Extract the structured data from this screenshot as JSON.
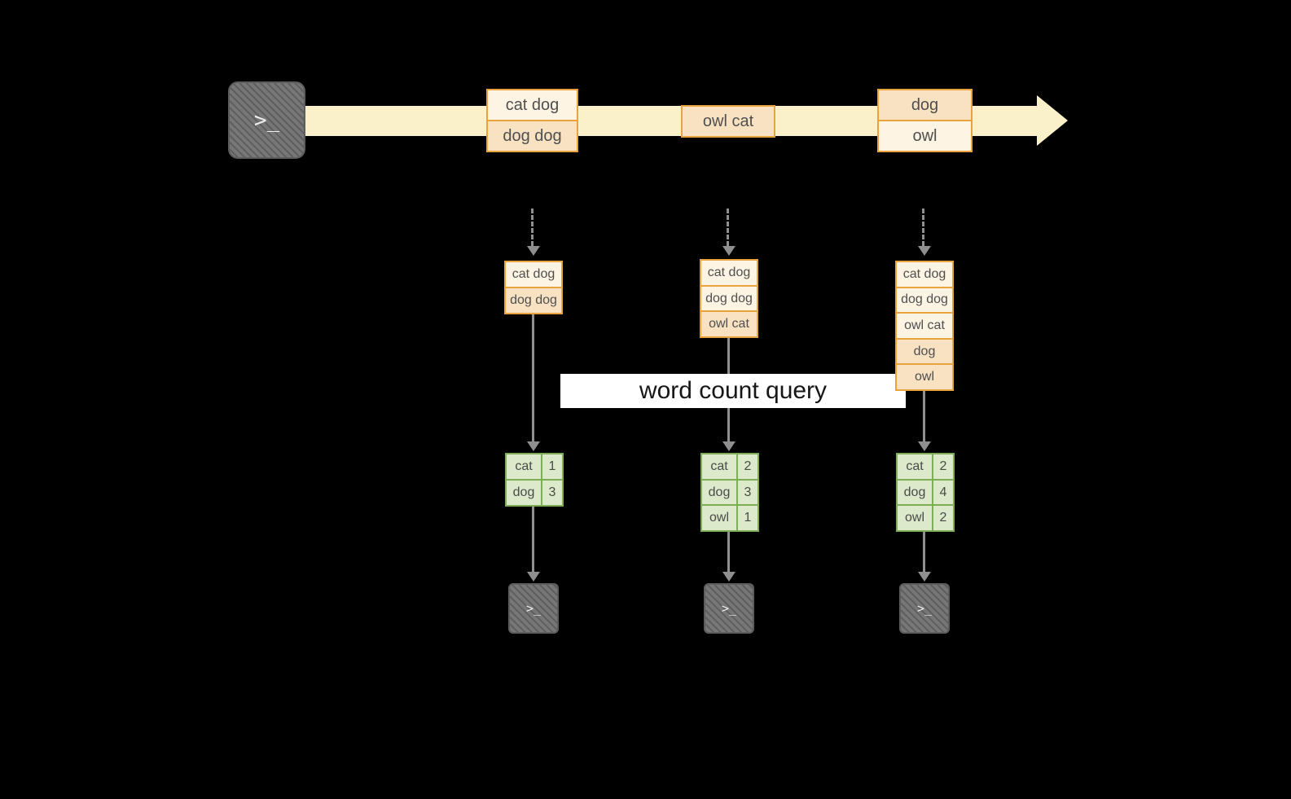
{
  "diagram": {
    "banner": "word count query",
    "terminal_prompt": ">_"
  },
  "timeline": {
    "batches": [
      [
        "cat dog",
        "dog dog"
      ],
      [
        "owl cat"
      ],
      [
        "dog",
        "owl"
      ]
    ]
  },
  "states": [
    [
      "cat dog",
      "dog dog"
    ],
    [
      "cat dog",
      "dog dog",
      "owl cat"
    ],
    [
      "cat dog",
      "dog dog",
      "owl cat",
      "dog",
      "owl"
    ]
  ],
  "results": [
    {
      "rows": [
        {
          "word": "cat",
          "count": "1"
        },
        {
          "word": "dog",
          "count": "3"
        }
      ]
    },
    {
      "rows": [
        {
          "word": "cat",
          "count": "2"
        },
        {
          "word": "dog",
          "count": "3"
        },
        {
          "word": "owl",
          "count": "1"
        }
      ]
    },
    {
      "rows": [
        {
          "word": "cat",
          "count": "2"
        },
        {
          "word": "dog",
          "count": "4"
        },
        {
          "word": "owl",
          "count": "2"
        }
      ]
    }
  ],
  "colors": {
    "background": "#000000",
    "timeline_fill": "#FAF0CA",
    "orange_border": "#E9A33C",
    "orange_light": "#FDF4E3",
    "orange_mid": "#F9E2C2",
    "green_border": "#7EAD57",
    "green_fill": "#DCE9CA",
    "arrow_gray": "#8F8F8F",
    "terminal_gray": "#777777",
    "banner_bg": "#FFFFFF",
    "banner_text": "#161616"
  }
}
